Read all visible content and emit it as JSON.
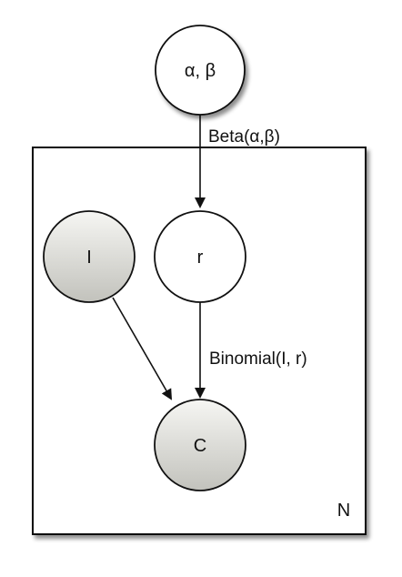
{
  "diagram": {
    "nodes": {
      "hyper": {
        "label": "α, β",
        "observed": false
      },
      "rate": {
        "label": "r",
        "observed": false
      },
      "trials": {
        "label": "I",
        "observed": true
      },
      "count": {
        "label": "C",
        "observed": true
      }
    },
    "edges": {
      "hyper_to_rate": {
        "label": "Beta(α,β)"
      },
      "rate_to_count": {
        "label": "Binomial(I, r)"
      },
      "trials_to_count": {
        "label": ""
      }
    },
    "plate": {
      "label": "N"
    },
    "colors": {
      "line": "#111111",
      "unobserved_fill": "#ffffff",
      "observed_fill_light": "#f6f6f3",
      "observed_fill_dark": "#c2c2bc",
      "shadow": "#9a9a9a"
    }
  }
}
